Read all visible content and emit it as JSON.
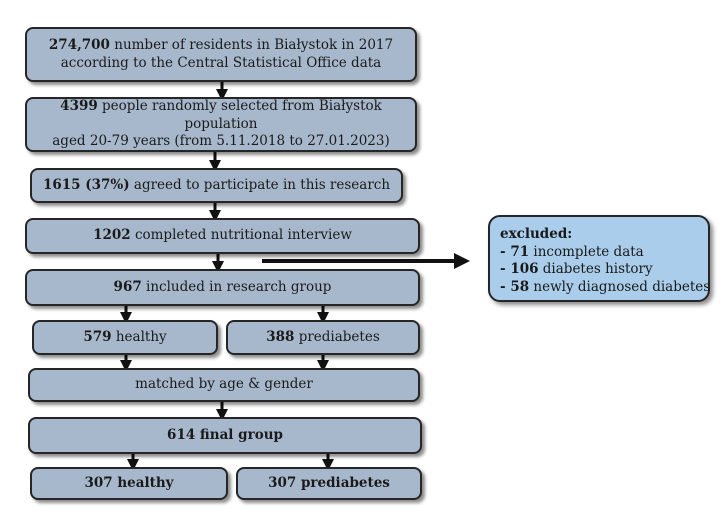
{
  "boxes": {
    "residents": {
      "num": "274,700",
      "line1": " number of residents in Białystok in 2017",
      "line2": "according to the Central Statistical Office data"
    },
    "selected": {
      "num": "4399",
      "line1": " people randomly selected from Białystok population",
      "line2": "aged 20-79 years (from 5.11.2018 to 27.01.2023)"
    },
    "agreed": {
      "num": "1615 (37%)",
      "text": " agreed to participate  in this research"
    },
    "interview": {
      "num": "1202",
      "text": " completed nutritional interview"
    },
    "included": {
      "num": "967",
      "text": " included  in research group"
    },
    "healthy": {
      "num": "579",
      "text": " healthy"
    },
    "prediabetes": {
      "num": "388",
      "text": " prediabetes"
    },
    "matched": {
      "text": "matched by age & gender"
    },
    "final": {
      "num": "614",
      "text": " final group"
    },
    "final_healthy": {
      "num": "307",
      "text": " healthy"
    },
    "final_prediabetes": {
      "num": "307",
      "text": " prediabetes"
    }
  },
  "excluded": {
    "title": "excluded:",
    "items": [
      {
        "prefix": "- ",
        "num": "71",
        "text": " incomplete data"
      },
      {
        "prefix": "- ",
        "num": "106",
        "text": " diabetes history"
      },
      {
        "prefix": "- ",
        "num": "58",
        "text": " newly diagnosed diabetes"
      }
    ]
  }
}
